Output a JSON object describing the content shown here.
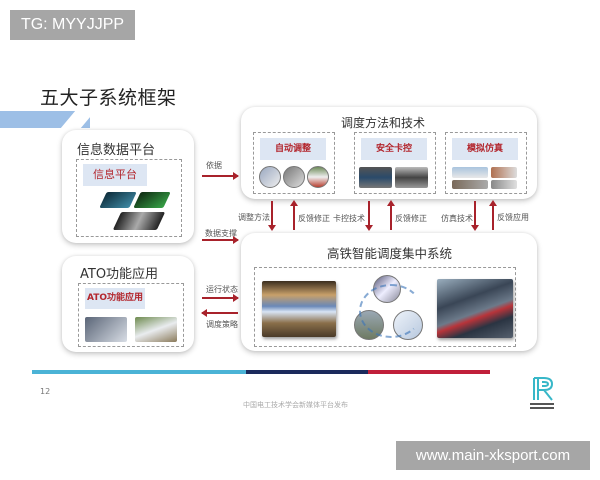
{
  "watermarks": {
    "top_left": "TG: MYYJJPP",
    "bottom_right": "www.main-xksport.com"
  },
  "slide": {
    "title": "五大子系统框架",
    "page_number": "12",
    "footer_text": "中国电工技术学会新媒体平台发布",
    "footer_bar_colors": [
      "#4bb3d6",
      "#1b2a5c",
      "#c0203a"
    ],
    "accent_color": "#a8222b"
  },
  "info_platform": {
    "title": "信息数据平台",
    "label": "信息平台"
  },
  "ato": {
    "title": "ATO功能应用",
    "label": "ATO功能应用"
  },
  "methods": {
    "title": "调度方法和技术",
    "modules": [
      {
        "label": "自动调整"
      },
      {
        "label": "安全卡控"
      },
      {
        "label": "模拟仿真"
      }
    ]
  },
  "central": {
    "title": "高铁智能调度集中系统"
  },
  "arrows": {
    "basis": "依据",
    "data_support": "数据支撑",
    "run_state": "运行状态",
    "dispatch_strategy": "调度策略",
    "adjust_method": "调整方法",
    "feedback_fix_1": "反馈修正",
    "control_tech": "卡控技术",
    "feedback_fix_2": "反馈修正",
    "sim_tech": "仿真技术",
    "feedback_apply": "反馈应用"
  }
}
